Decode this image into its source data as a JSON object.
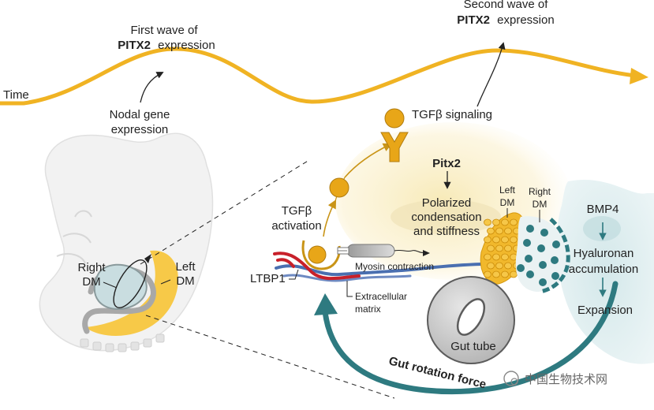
{
  "timeline": {
    "axis_label": "Time",
    "first_wave": {
      "line1": "First wave of",
      "gene": "PITX2",
      "line2_suffix": "expression"
    },
    "second_wave": {
      "line1": "Second wave of",
      "gene": "PITX2",
      "line2_suffix": "expression"
    },
    "nodal": {
      "line1": "Nodal gene",
      "line2": "expression"
    }
  },
  "embryo": {
    "right_dm": {
      "line1": "Right",
      "line2": "DM"
    },
    "left_dm": {
      "line1": "Left",
      "line2": "DM"
    }
  },
  "mechanism": {
    "tgfb_signaling": "TGFβ signaling",
    "tgfb_activation": {
      "line1": "TGFβ",
      "line2": "activation"
    },
    "pitx2": "Pitx2",
    "polarized": {
      "line1": "Polarized",
      "line2": "condensation",
      "line3": "and stiffness"
    },
    "ltbp1": "LTBP1",
    "myosin": "Myosin contraction",
    "ecm": {
      "line1": "Extracellular",
      "line2": "matrix"
    },
    "left_dm": {
      "line1": "Left",
      "line2": "DM"
    },
    "right_dm": {
      "line1": "Right",
      "line2": "DM"
    },
    "gut_tube": "Gut tube",
    "gut_rotation": "Gut rotation force"
  },
  "bmp_pathway": {
    "bmp4": "BMP4",
    "hyaluronan": {
      "line1": "Hyaluronan",
      "line2": "accumulation"
    },
    "expansion": "Expansion"
  },
  "watermark": "中国生物技术网",
  "colors": {
    "timeline": "#f0b323",
    "ball": "#e8a618",
    "teal": "#2e7a80",
    "ltbp1_red": "#c8202a",
    "ecm_blue": "#4a6fb0",
    "embryo": "#f2f2f2",
    "left_dm_yellow": "#f7c948"
  }
}
